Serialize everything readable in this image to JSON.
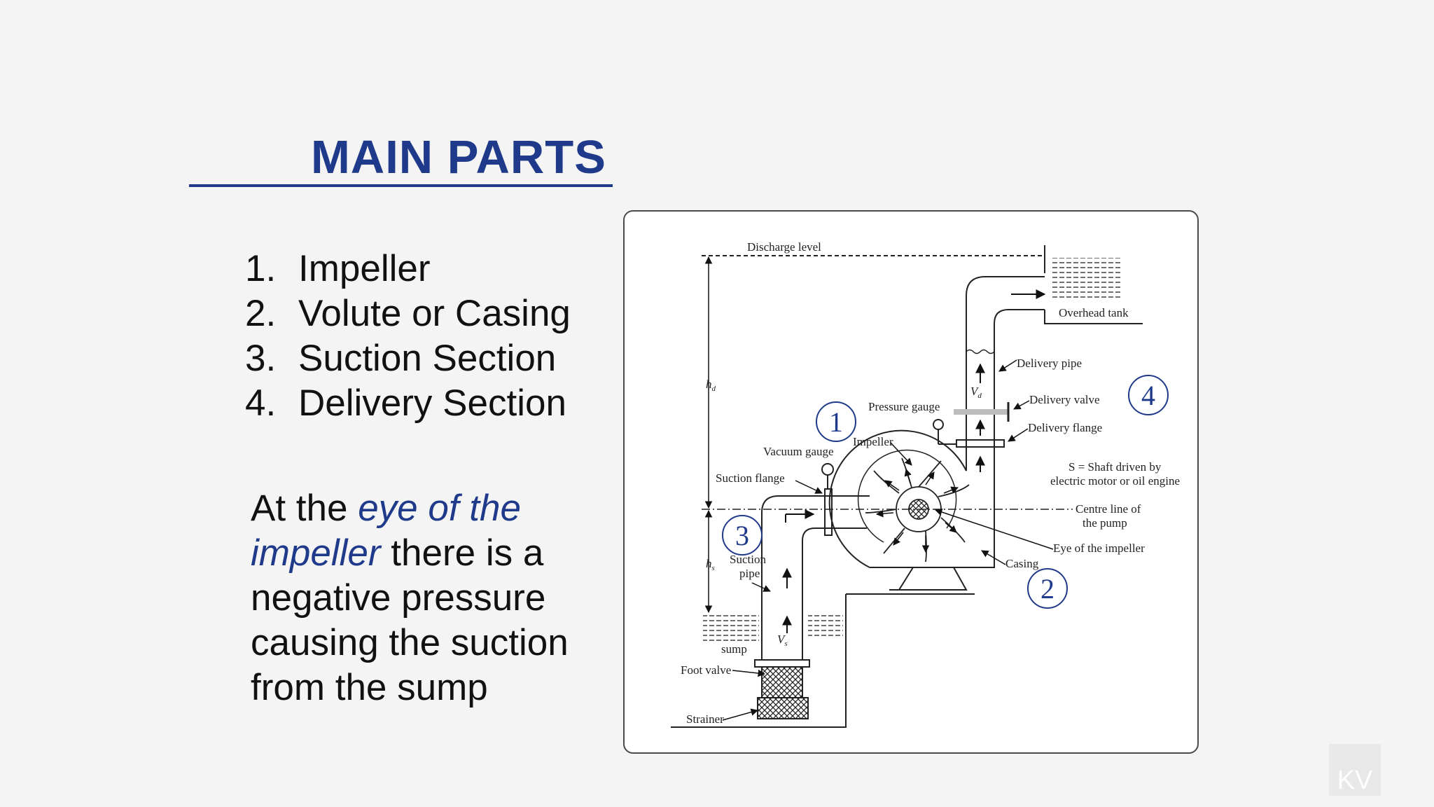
{
  "slide": {
    "title": "MAIN PARTS",
    "parts": [
      {
        "num": "1.",
        "label": "Impeller"
      },
      {
        "num": "2.",
        "label": "Volute or Casing"
      },
      {
        "num": "3.",
        "label": "Suction Section"
      },
      {
        "num": "4.",
        "label": "Delivery Section"
      }
    ],
    "note": {
      "part1": "At the ",
      "emphasis": "eye of the impeller",
      "part2": " there is a negative pressure causing the suction from the sump"
    },
    "logo_text": "KV"
  },
  "diagram": {
    "labels": {
      "discharge_level": "Discharge level",
      "overhead_tank": "Overhead tank",
      "delivery_pipe": "Delivery pipe",
      "delivery_valve": "Delivery valve",
      "delivery_flange": "Delivery flange",
      "pressure_gauge": "Pressure gauge",
      "impeller": "Impeller",
      "vacuum_gauge": "Vacuum gauge",
      "suction_flange": "Suction flange",
      "shaft_line1": "S = Shaft driven by",
      "shaft_line2": "electric motor or oil engine",
      "centre_line1": "Centre line of",
      "centre_line2": "the pump",
      "eye_of_impeller": "Eye of the impeller",
      "casing": "Casing",
      "suction_line1": "Suction",
      "suction_line2": "pipe",
      "sump": "sump",
      "foot_valve": "Foot valve",
      "strainer": "Strainer",
      "hd": "h",
      "hd_sub": "d",
      "hs": "h",
      "hs_sub": "s",
      "vd": "V",
      "vd_sub": "d",
      "vs": "V",
      "vs_sub": "s"
    },
    "markers": [
      "1",
      "2",
      "3",
      "4"
    ],
    "colors": {
      "accent": "#1f3a8a"
    }
  }
}
